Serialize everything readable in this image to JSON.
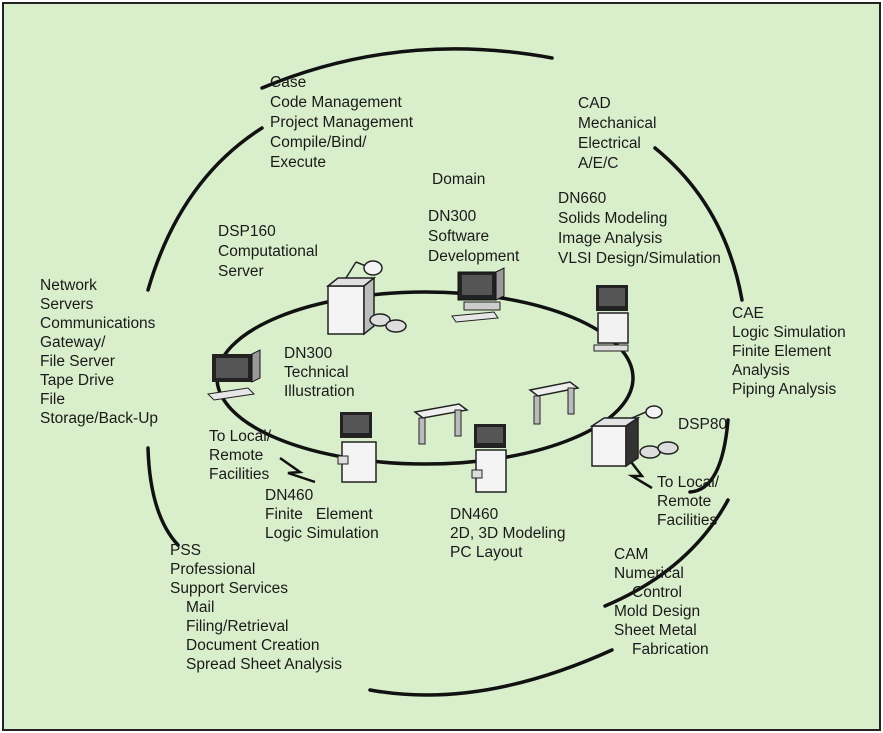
{
  "colors": {
    "background": "#d9efcc",
    "border": "#222222",
    "ink": "#111111"
  },
  "labels": {
    "case_block": [
      "Case",
      "Code Management",
      "Project Management",
      "Compile/Bind/",
      "Execute"
    ],
    "cad_block": [
      "CAD",
      "Mechanical",
      "Electrical",
      "A/E/C"
    ],
    "domain": "Domain",
    "dn660_block": [
      "DN660",
      "Solids Modeling",
      "Image Analysis",
      "VLSI Design/Simulation"
    ],
    "dn300_sw_block": [
      "DN300",
      "Software",
      "Development"
    ],
    "dsp160_block": [
      "DSP160",
      "Computational",
      "Server"
    ],
    "network_block": [
      "Network",
      "Servers",
      "Communications",
      "Gateway/",
      "File Server",
      "Tape Drive",
      "File",
      "Storage/Back-Up"
    ],
    "cae_block": [
      "CAE",
      "Logic Simulation",
      "Finite Element",
      "Analysis",
      "Piping Analysis"
    ],
    "dn300_ti_block": [
      "DN300",
      "Technical",
      "Illustration"
    ],
    "dsp80": "DSP80",
    "local_left_block": [
      "To Local/",
      "Remote",
      "Facilities"
    ],
    "local_right_block": [
      "To Local/",
      "Remote",
      "Facilities"
    ],
    "dn460_fe_block": [
      "DN460",
      "Finite   Element",
      "Logic Simulation"
    ],
    "dn460_2d_block": [
      "DN460",
      "2D, 3D Modeling",
      "PC Layout"
    ],
    "pss_block": [
      "PSS",
      "Professional",
      "Support Services",
      "Mail",
      "Filing/Retrieval",
      "Document Creation",
      "Spread Sheet Analysis"
    ],
    "cam_block": [
      "CAM",
      "Numerical",
      "Control",
      "Mold Design",
      "Sheet Metal",
      "Fabrication"
    ]
  },
  "icons": [
    "computational-server-icon",
    "workstation-icon",
    "plotter-icon",
    "disk-drive-icon"
  ]
}
